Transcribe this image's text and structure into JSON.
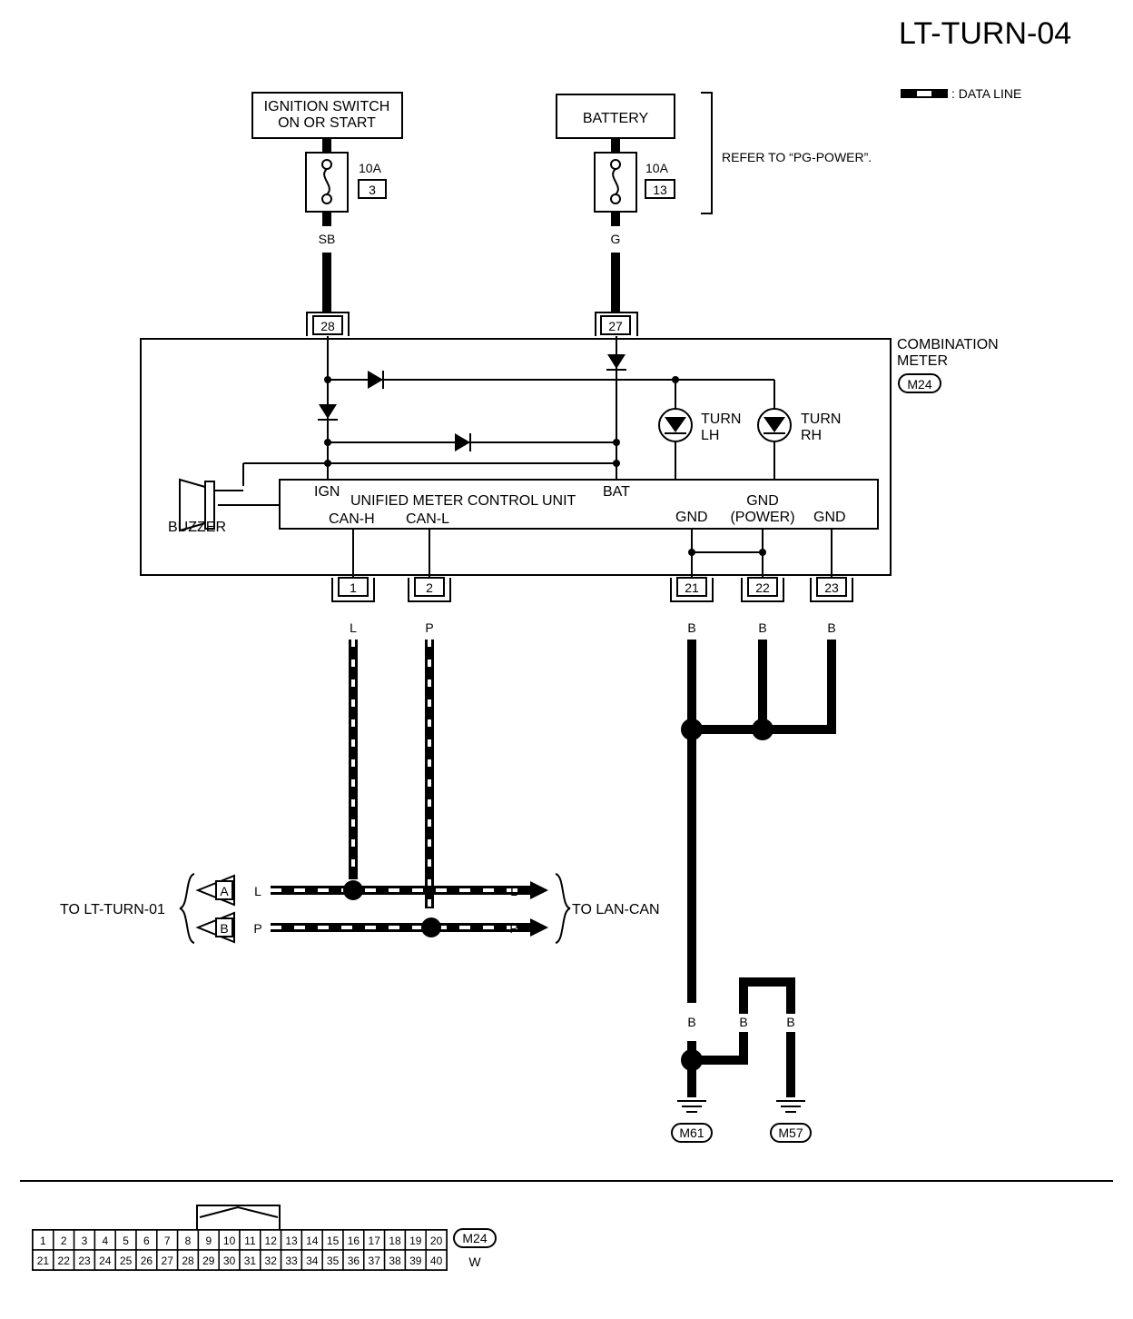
{
  "page_id": "LT-TURN-04",
  "legend": {
    "data_line_label": ": DATA LINE"
  },
  "power": {
    "ignition": {
      "line1": "IGNITION SWITCH",
      "line2": "ON OR START",
      "fuse_rating": "10A",
      "fuse_no": "3",
      "wire_color": "SB"
    },
    "battery": {
      "label": "BATTERY",
      "fuse_rating": "10A",
      "fuse_no": "13",
      "wire_color": "G"
    },
    "refer_note": "REFER TO “PG-POWER”."
  },
  "meter": {
    "name_line1": "COMBINATION",
    "name_line2": "METER",
    "connector": "M24",
    "top_pins": [
      "28",
      "27"
    ],
    "ign_label": "IGN",
    "bat_label": "BAT",
    "unit_title": "UNIFIED METER CONTROL UNIT",
    "can_h": "CAN-H",
    "can_l": "CAN-L",
    "gnd": "GND",
    "gnd_power_1": "GND",
    "gnd_power_2": "(POWER)",
    "gnd2": "GND",
    "buzzer": "BUZZER",
    "turn_lh_1": "TURN",
    "turn_lh_2": "LH",
    "turn_rh_1": "TURN",
    "turn_rh_2": "RH",
    "bottom_pins": [
      "1",
      "2",
      "21",
      "22",
      "23"
    ],
    "bottom_colors": [
      "L",
      "P",
      "B",
      "B",
      "B"
    ]
  },
  "can": {
    "left_label": "TO LT-TURN-01",
    "right_label": "TO LAN-CAN",
    "ref_a": "A",
    "ref_b": "B",
    "l": "L",
    "p": "P"
  },
  "ground": {
    "colors": [
      "B",
      "B",
      "B"
    ],
    "m61": "M61",
    "m57": "M57"
  },
  "connector_view": {
    "row1": [
      "1",
      "2",
      "3",
      "4",
      "5",
      "6",
      "7",
      "8",
      "9",
      "10",
      "11",
      "12",
      "13",
      "14",
      "15",
      "16",
      "17",
      "18",
      "19",
      "20"
    ],
    "row2": [
      "21",
      "22",
      "23",
      "24",
      "25",
      "26",
      "27",
      "28",
      "29",
      "30",
      "31",
      "32",
      "33",
      "34",
      "35",
      "36",
      "37",
      "38",
      "39",
      "40"
    ],
    "id": "M24",
    "color": "W"
  }
}
